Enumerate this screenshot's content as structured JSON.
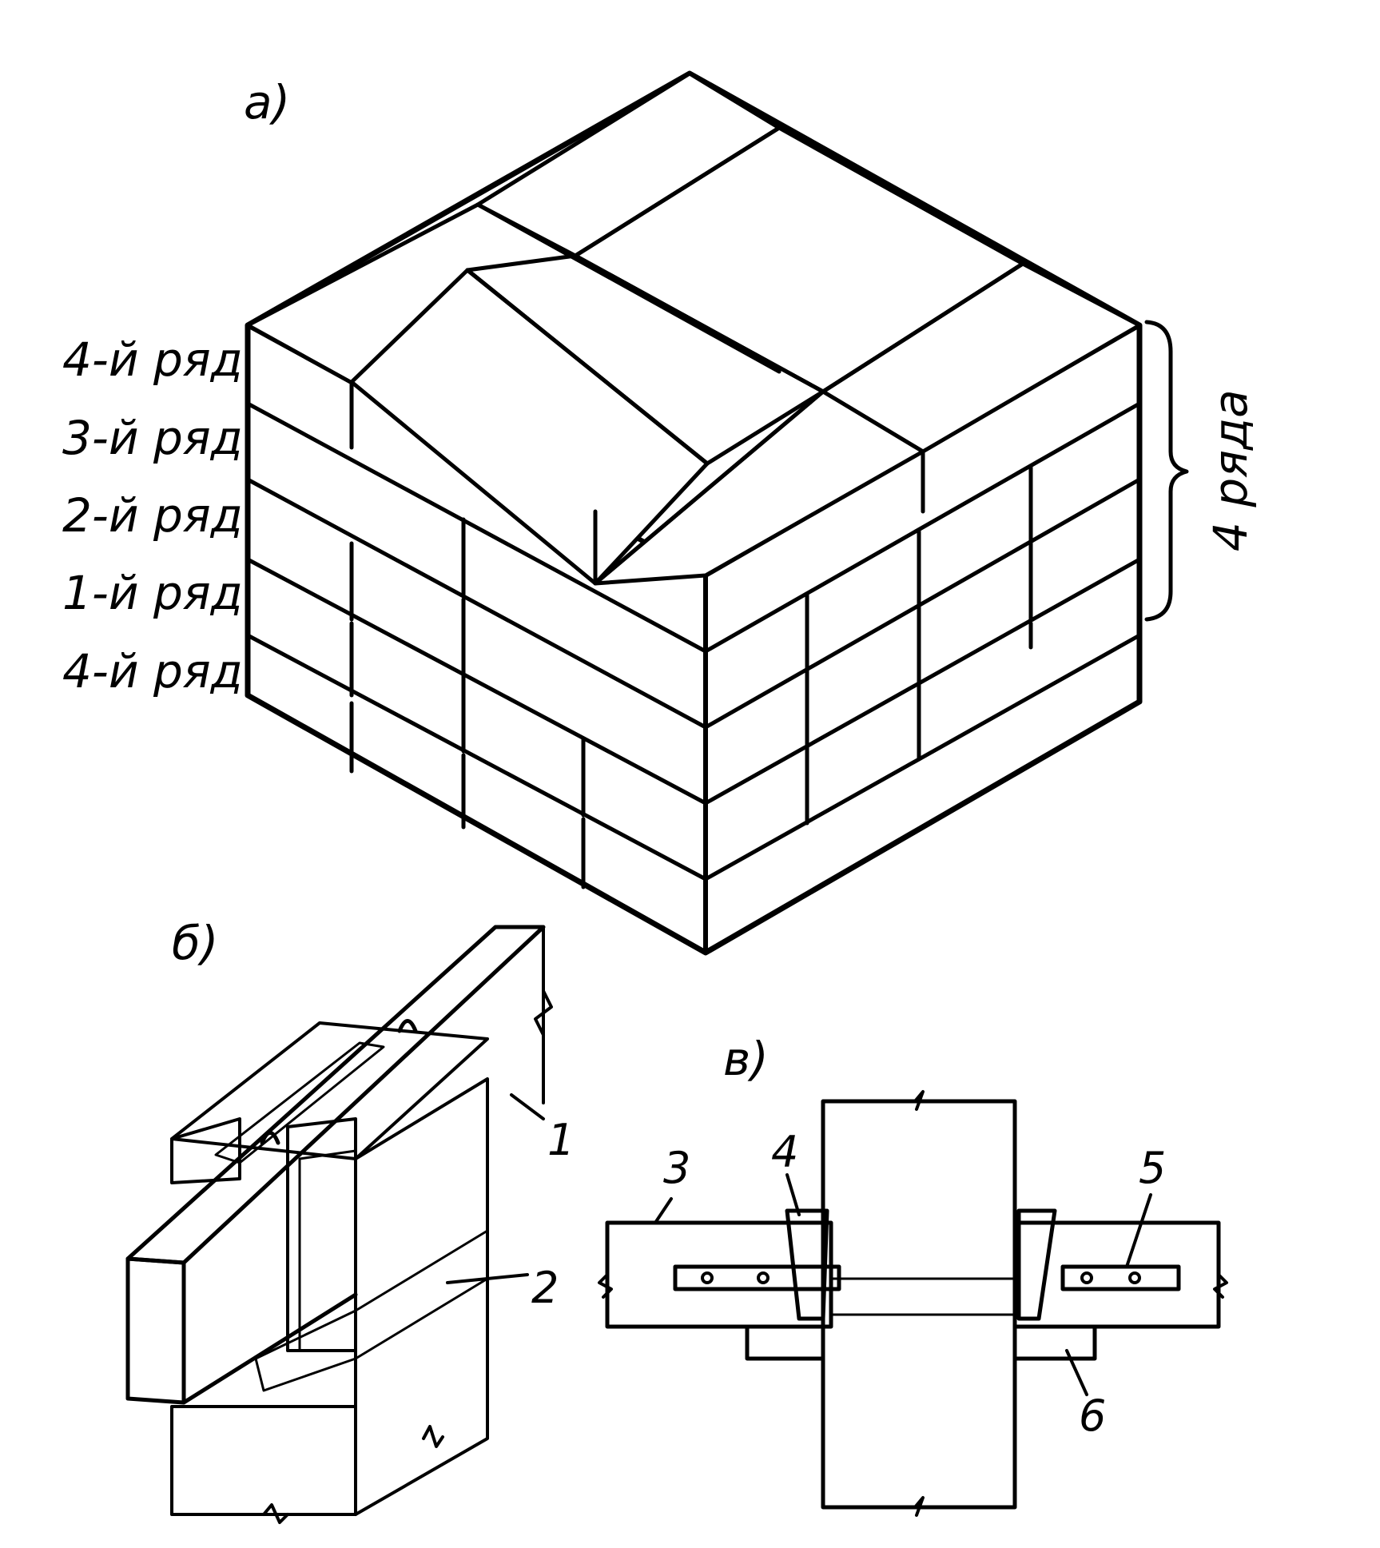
{
  "panels": {
    "a": {
      "label": "а)"
    },
    "b": {
      "label": "б)"
    },
    "v": {
      "label": "в)"
    }
  },
  "rows": [
    {
      "label": "4-й ряд"
    },
    {
      "label": "3-й ряд"
    },
    {
      "label": "2-й ряд"
    },
    {
      "label": "1-й ряд"
    },
    {
      "label": "4-й ряд"
    }
  ],
  "brace_label": "4 ряда",
  "callouts": {
    "n1": "1",
    "n2": "2",
    "n3": "3",
    "n4": "4",
    "n5": "5",
    "n6": "6"
  }
}
